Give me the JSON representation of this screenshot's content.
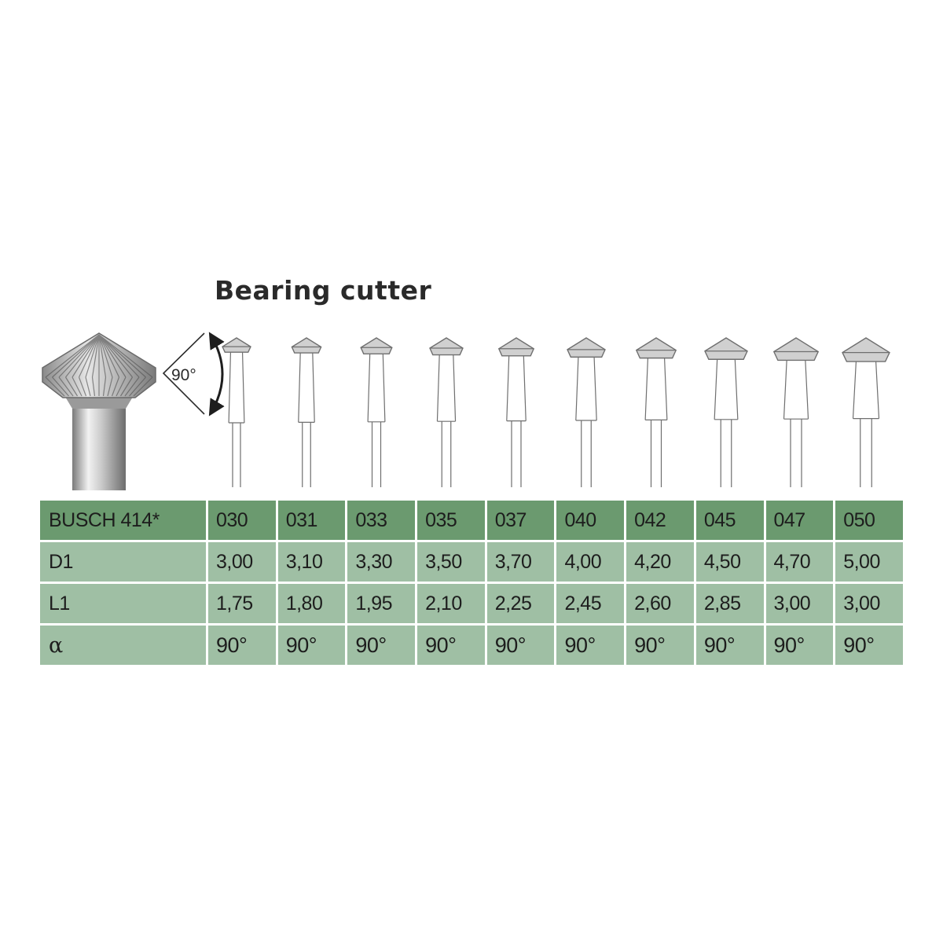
{
  "title": "Bearing cutter",
  "angle_label": "90°",
  "colors": {
    "header_row": "#6b9a6f",
    "body_row": "#9fbfa4",
    "tool_outline": "#6f6f6f",
    "tool_fill": "#d0d0d0"
  },
  "table": {
    "row_labels": [
      "BUSCH 414*",
      "D1",
      "L1",
      "α"
    ],
    "sizes": [
      "030",
      "031",
      "033",
      "035",
      "037",
      "040",
      "042",
      "045",
      "047",
      "050"
    ],
    "d1": [
      "3,00",
      "3,10",
      "3,30",
      "3,50",
      "3,70",
      "4,00",
      "4,20",
      "4,50",
      "4,70",
      "5,00"
    ],
    "l1": [
      "1,75",
      "1,80",
      "1,95",
      "2,10",
      "2,25",
      "2,45",
      "2,60",
      "2,85",
      "3,00",
      "3,00"
    ],
    "alpha": [
      "90°",
      "90°",
      "90°",
      "90°",
      "90°",
      "90°",
      "90°",
      "90°",
      "90°",
      "90°"
    ]
  },
  "tools": {
    "head_diameters_mm": [
      3.0,
      3.1,
      3.3,
      3.5,
      3.7,
      4.0,
      4.2,
      4.5,
      4.7,
      5.0
    ]
  }
}
